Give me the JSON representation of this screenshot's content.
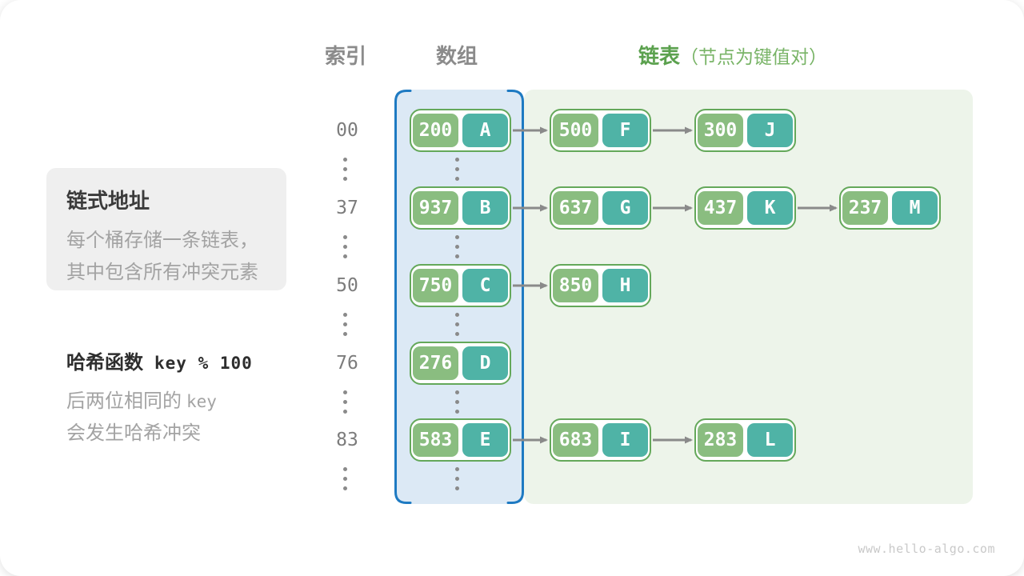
{
  "headers": {
    "index": "索引",
    "array": "数组",
    "list": "链表",
    "list_note": "（节点为键值对）"
  },
  "info_box": {
    "title": "链式地址",
    "line1": "每个桶存储一条链表，",
    "line2": "其中包含所有冲突元素"
  },
  "hash_note": {
    "title": "哈希函数",
    "formula": "key % 100",
    "line2_prefix": "后两位相同的",
    "line2_mono": "key",
    "line3": "会发生哈希冲突"
  },
  "watermark": "www.hello-algo.com",
  "colors": {
    "key_pill": "#8abd80",
    "value_pill": "#4fb3a6",
    "node_border": "#64a85a",
    "array_panel_fill": "#dce9f5",
    "array_panel_border": "#1e7ac2",
    "list_panel_fill": "#edf4ea",
    "arrow": "#8a8a8a",
    "header_gray": "#8b8b8b",
    "header_green": "#5ba14e",
    "header_green_note": "#79b467",
    "info_box_bg": "#efefef"
  },
  "rows": [
    {
      "index": "00",
      "bucket": {
        "key": "200",
        "value": "A"
      },
      "chain": [
        {
          "key": "500",
          "value": "F"
        },
        {
          "key": "300",
          "value": "J"
        }
      ]
    },
    {
      "index": "37",
      "bucket": {
        "key": "937",
        "value": "B"
      },
      "chain": [
        {
          "key": "637",
          "value": "G"
        },
        {
          "key": "437",
          "value": "K"
        },
        {
          "key": "237",
          "value": "M"
        }
      ]
    },
    {
      "index": "50",
      "bucket": {
        "key": "750",
        "value": "C"
      },
      "chain": [
        {
          "key": "850",
          "value": "H"
        }
      ]
    },
    {
      "index": "76",
      "bucket": {
        "key": "276",
        "value": "D"
      },
      "chain": []
    },
    {
      "index": "83",
      "bucket": {
        "key": "583",
        "value": "E"
      },
      "chain": [
        {
          "key": "683",
          "value": "I"
        },
        {
          "key": "283",
          "value": "L"
        }
      ]
    }
  ]
}
